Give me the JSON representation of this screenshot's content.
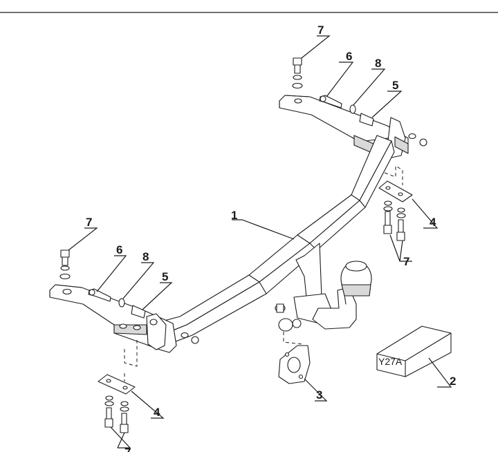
{
  "part_labels": {
    "tow_bar": "1",
    "box": "2",
    "socket_plate": "3",
    "plate_right": "4",
    "plate_left": "4",
    "spacer_right": "5",
    "spacer_left": "5",
    "bolt_right": "6",
    "bolt_left": "6",
    "screw_top_right": "7",
    "screw_top_left": "7",
    "screws_right": "7",
    "screws_left": "7",
    "washer_right": "8",
    "washer_left": "8"
  },
  "box_code": "Y27A",
  "colors": {
    "line": "#1a1a1a",
    "fill": "#ffffff",
    "shade": "#d9d9d9"
  }
}
